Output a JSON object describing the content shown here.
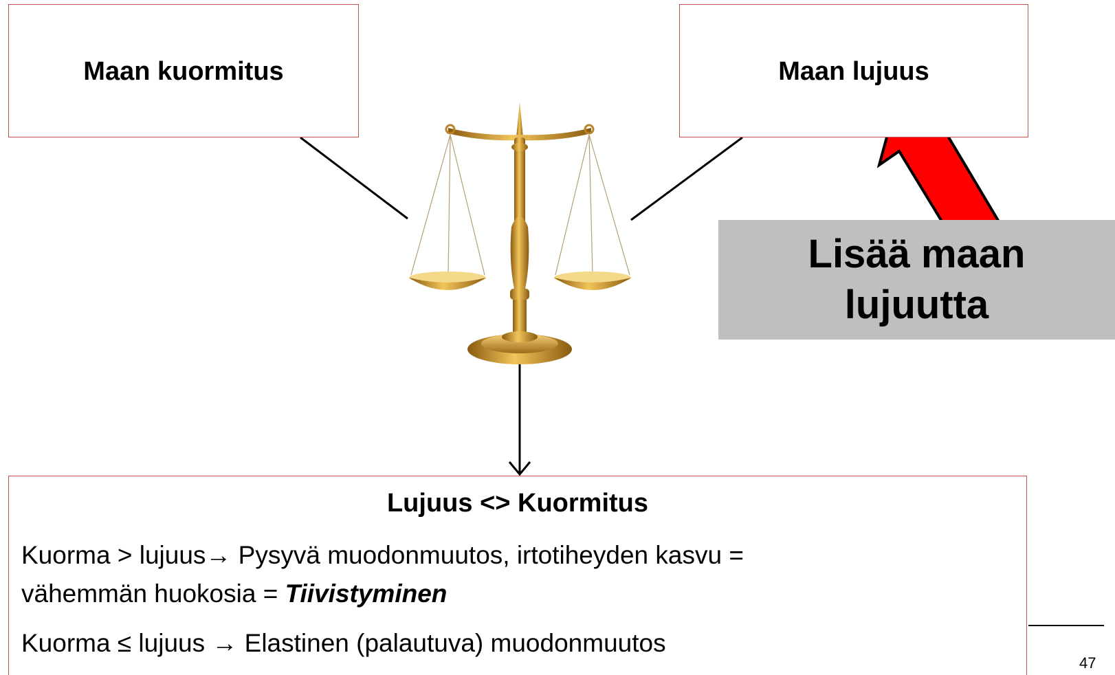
{
  "boxes": {
    "load_title": "Maan kuormitus",
    "strength_title": "Maan lujuus"
  },
  "callout": {
    "line1": "Lisää maan",
    "line2": "lujuutta",
    "arrow_color": "#ff0000",
    "background_color": "#bfbfbf"
  },
  "result": {
    "title": "Lujuus <> Kuormitus",
    "line1": "Kuorma > lujuus",
    "line1_rest": " Pysyvä muodonmuutos, irtotiheyden kasvu =",
    "line2": "vähemmän huokosia = ",
    "line2_emphasis": "Tiivistyminen",
    "line3": "Kuorma ≤ lujuus ",
    "line3_rest": " Elastinen (palautuva) muodonmuutos",
    "arrow_glyph": "→"
  },
  "colors": {
    "box_border": "#c0504d",
    "scale_gold": "#c8952a"
  },
  "page_number": "47"
}
